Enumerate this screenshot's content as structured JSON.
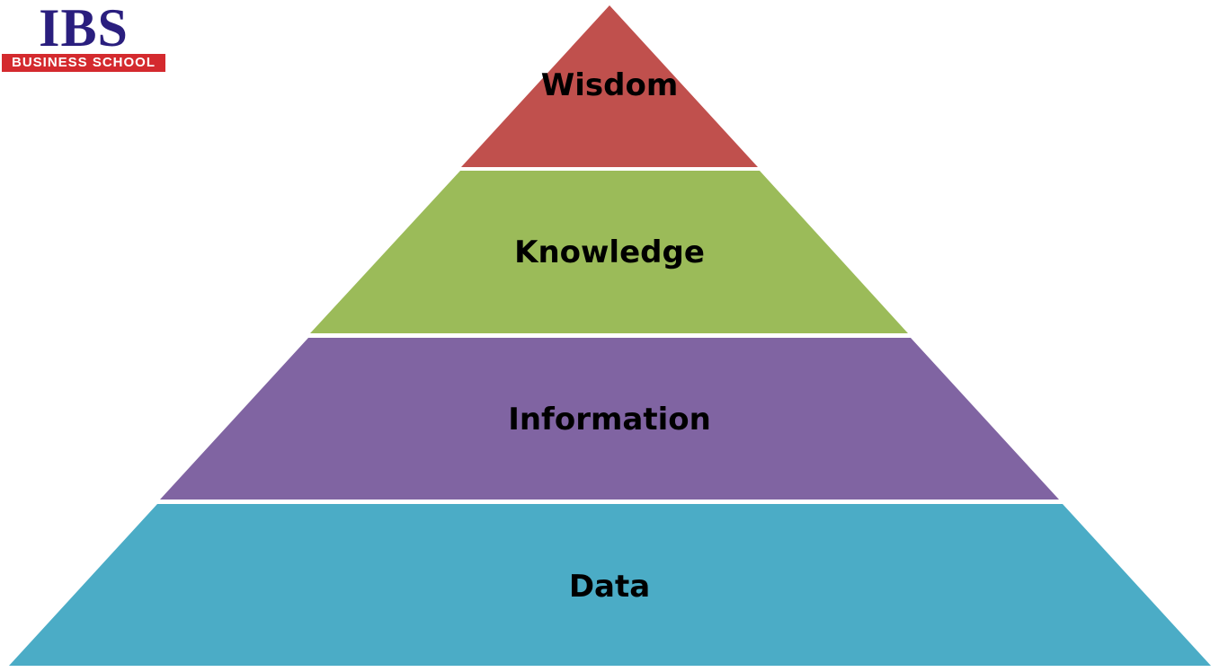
{
  "logo": {
    "mark": "IBS",
    "tagline": "BUSINESS SCHOOL"
  },
  "pyramid": {
    "tiers": [
      {
        "label": "Wisdom",
        "color": "#c0504d"
      },
      {
        "label": "Knowledge",
        "color": "#9bbb59"
      },
      {
        "label": "Information",
        "color": "#8064a2"
      },
      {
        "label": "Data",
        "color": "#4bacc6"
      }
    ]
  }
}
